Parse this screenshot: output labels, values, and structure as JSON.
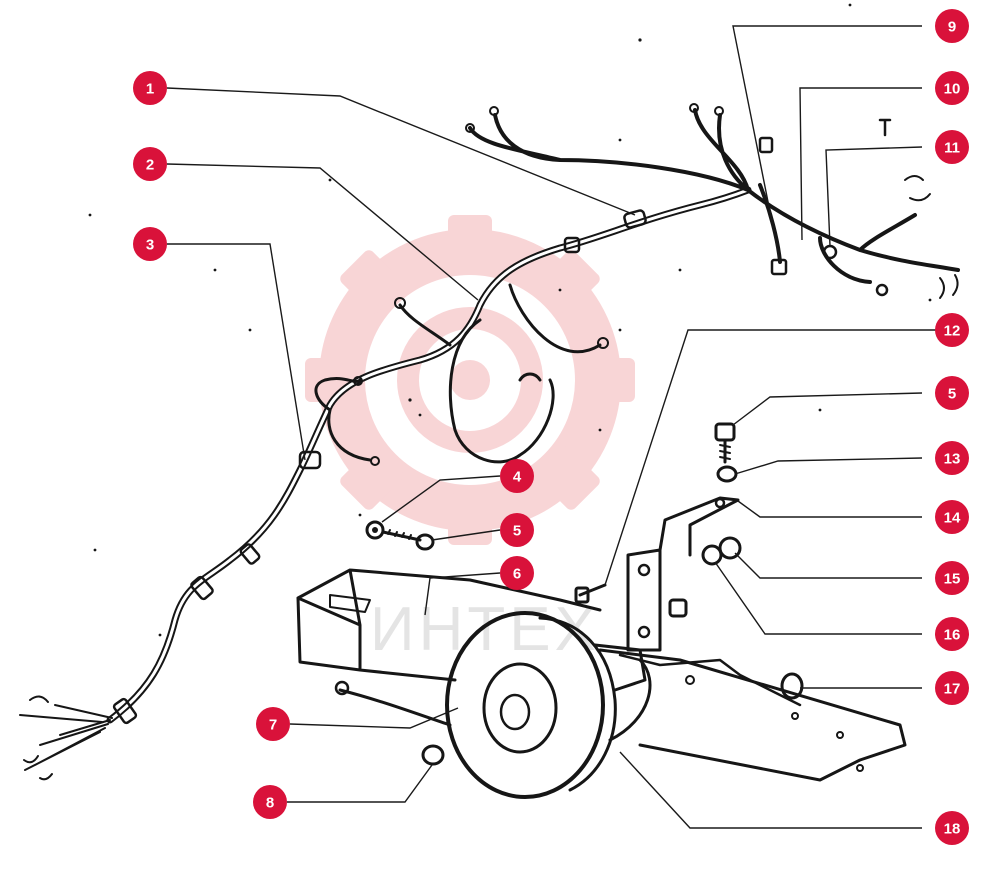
{
  "colors": {
    "callout_fill": "#d9123a",
    "callout_text": "#ffffff",
    "ink": "#161616",
    "watermark_gear": "#f3b3b6",
    "watermark_text": "#cfcfcf"
  },
  "watermark": {
    "icon": "gear-logo-icon",
    "text": "ИНТЕХ"
  },
  "callouts": [
    {
      "id": "c1",
      "label": "1"
    },
    {
      "id": "c2",
      "label": "2"
    },
    {
      "id": "c3",
      "label": "3"
    },
    {
      "id": "c4",
      "label": "4"
    },
    {
      "id": "c5a",
      "label": "5"
    },
    {
      "id": "c6",
      "label": "6"
    },
    {
      "id": "c7",
      "label": "7"
    },
    {
      "id": "c8",
      "label": "8"
    },
    {
      "id": "c9",
      "label": "9"
    },
    {
      "id": "c10",
      "label": "10"
    },
    {
      "id": "c11",
      "label": "11"
    },
    {
      "id": "c12",
      "label": "12"
    },
    {
      "id": "c5b",
      "label": "5"
    },
    {
      "id": "c13",
      "label": "13"
    },
    {
      "id": "c14",
      "label": "14"
    },
    {
      "id": "c15",
      "label": "15"
    },
    {
      "id": "c16",
      "label": "16"
    },
    {
      "id": "c17",
      "label": "17"
    },
    {
      "id": "c18",
      "label": "18"
    }
  ]
}
